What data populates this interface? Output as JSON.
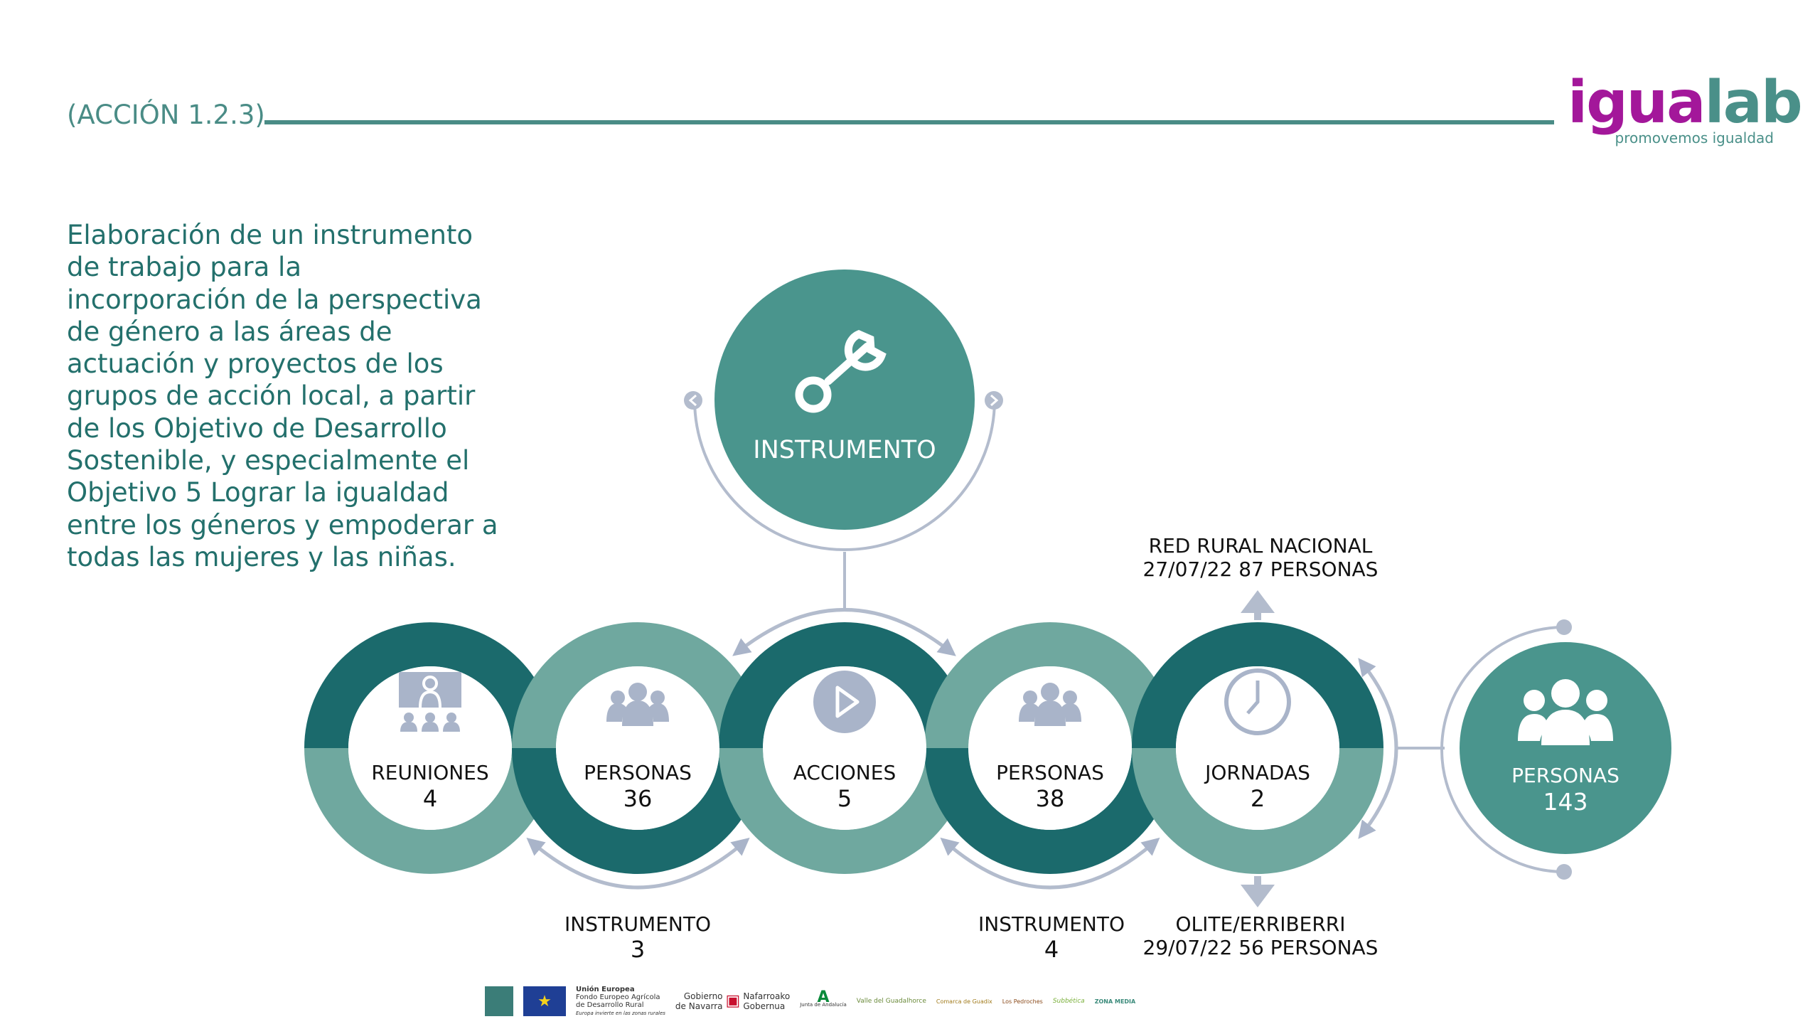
{
  "header": {
    "title": "(ACCIÓN 1.2.3)"
  },
  "logo": {
    "word_a": "igua",
    "word_b": "lab",
    "tagline": "promovemos igualdad"
  },
  "description": {
    "lines": [
      "Elaboración de un instrumento",
      "de trabajo para la",
      "incorporación de la perspectiva",
      "de género a las áreas de",
      "actuación y proyectos de los",
      "grupos de acción local, a partir",
      "de los Objetivo de Desarrollo",
      "Sostenible, y especialmente el",
      "Objetivo 5 Lograr la igualdad",
      "entre los géneros y empoderar a",
      "todas las mujeres y las niñas."
    ]
  },
  "top_node": {
    "label": "INSTRUMENTO",
    "icon": "wrench-icon"
  },
  "rings": [
    {
      "label": "REUNIONES",
      "value": "4",
      "icon": "presentation-icon",
      "top": "dark",
      "bottom": "light"
    },
    {
      "label": "PERSONAS",
      "value": "36",
      "icon": "group-icon",
      "top": "light",
      "bottom": "dark"
    },
    {
      "label": "ACCIONES",
      "value": "5",
      "icon": "play-icon",
      "top": "dark",
      "bottom": "light"
    },
    {
      "label": "PERSONAS",
      "value": "38",
      "icon": "group-icon",
      "top": "light",
      "bottom": "dark"
    },
    {
      "label": "JORNADAS",
      "value": "2",
      "icon": "clock-icon",
      "top": "dark",
      "bottom": "light"
    }
  ],
  "below_labels": [
    {
      "label": "INSTRUMENTO",
      "value": "3"
    },
    {
      "label": "INSTRUMENTO",
      "value": "4"
    }
  ],
  "events": {
    "top": {
      "line1": "RED RURAL NACIONAL",
      "line2": "27/07/22  87 PERSONAS"
    },
    "bottom": {
      "line1": "OLITE/ERRIBERRI",
      "line2": "29/07/22  56 PERSONAS"
    }
  },
  "total": {
    "label": "PERSONAS",
    "value": "143",
    "icon": "group-icon"
  },
  "footer": {
    "eu_title": "Unión Europea",
    "eu_sub1": "Fondo Europeo Agrícola",
    "eu_sub2": "de Desarrollo Rural",
    "eu_sub3": "Europa invierte en las zonas rurales",
    "navarra1": "Gobierno",
    "navarra2": "de Navarra",
    "navarra3": "Nafarroako",
    "navarra4": "Gobernua",
    "andalucia": "Junta de Andalucía",
    "guadalhorce": "Valle del Guadalhorce",
    "guadix": "Comarca de Guadix",
    "pedroches": "Los Pedroches",
    "subbetica": "Subbética",
    "zonamedia": "ZONA MEDIA"
  },
  "colors": {
    "dark": "#1b6a6c",
    "light": "#6fa89f",
    "mid": "#4a958d",
    "icon": "#a9b4c9",
    "arrow": "#b3bccd"
  }
}
